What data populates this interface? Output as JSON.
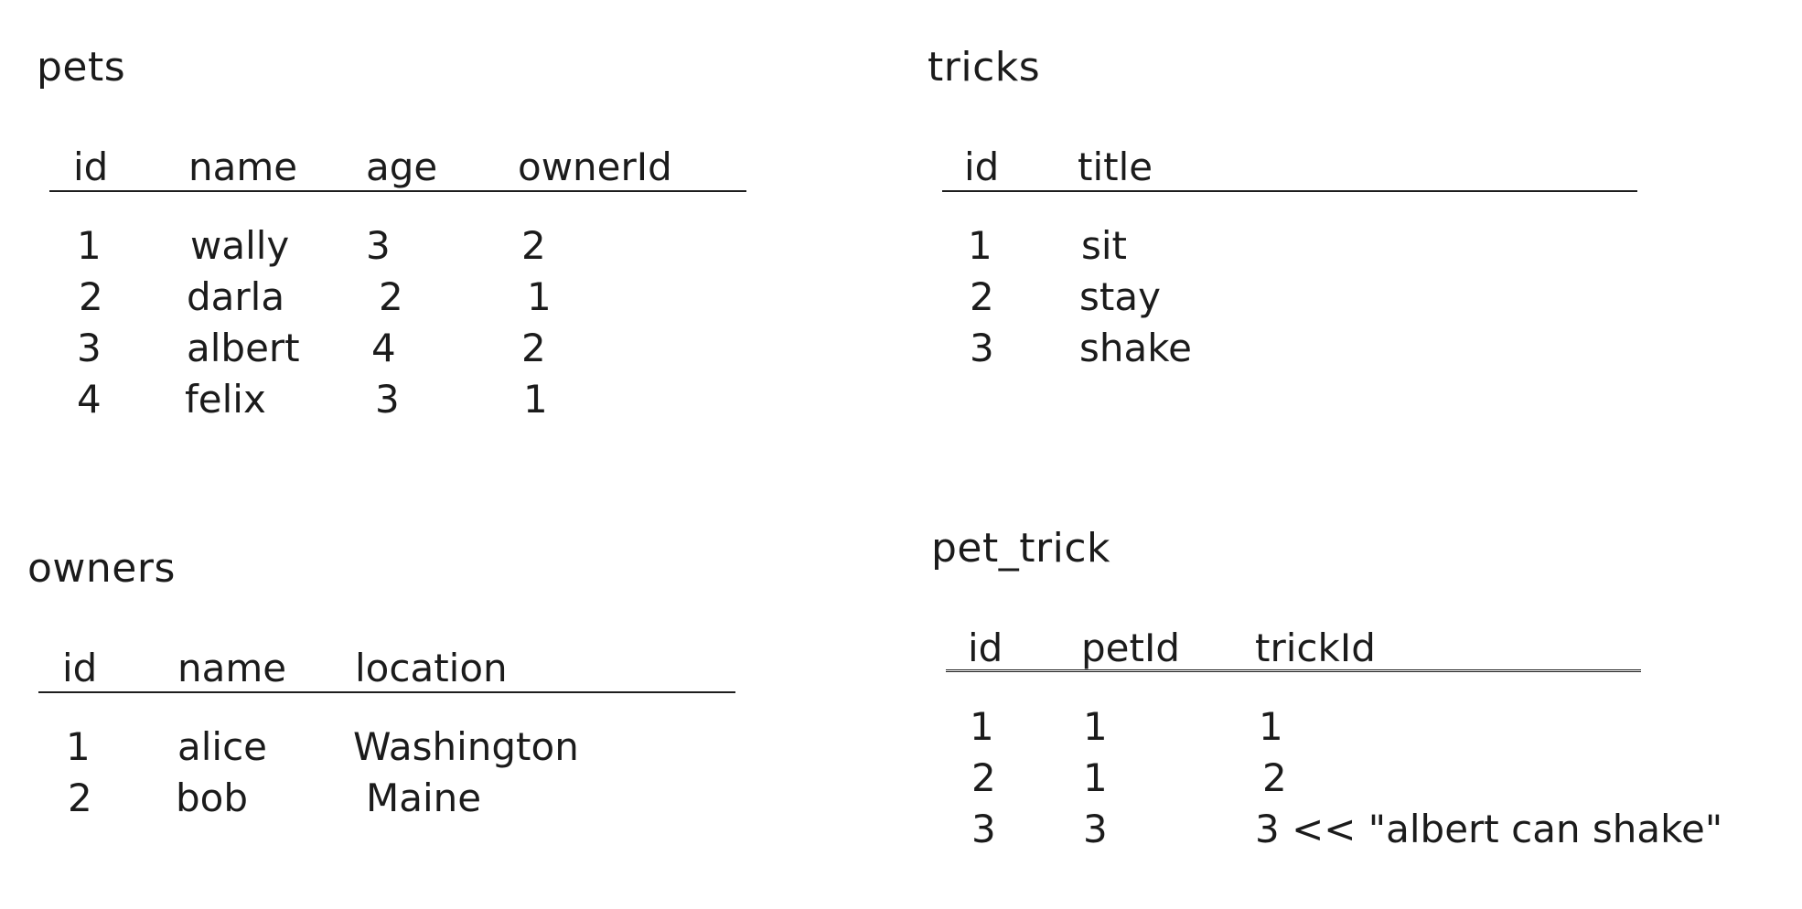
{
  "pets": {
    "title": "pets",
    "columns": [
      "id",
      "name",
      "age",
      "ownerId"
    ],
    "rows": [
      [
        "1",
        "wally",
        "3",
        "2"
      ],
      [
        "2",
        "darla",
        "2",
        "1"
      ],
      [
        "3",
        "albert",
        "4",
        "2"
      ],
      [
        "4",
        "felix",
        "3",
        "1"
      ]
    ]
  },
  "tricks": {
    "title": "tricks",
    "columns": [
      "id",
      "title"
    ],
    "rows": [
      [
        "1",
        "sit"
      ],
      [
        "2",
        "stay"
      ],
      [
        "3",
        "shake"
      ]
    ]
  },
  "owners": {
    "title": "owners",
    "columns": [
      "id",
      "name",
      "location"
    ],
    "rows": [
      [
        "1",
        "alice",
        "Washington"
      ],
      [
        "2",
        "bob",
        "Maine"
      ]
    ]
  },
  "pet_trick": {
    "title": "pet_trick",
    "columns": [
      "id",
      "petId",
      "trickId"
    ],
    "rows": [
      [
        "1",
        "1",
        "1"
      ],
      [
        "2",
        "1",
        "2"
      ],
      [
        "3",
        "3",
        "3 << \"albert can shake\""
      ]
    ]
  }
}
